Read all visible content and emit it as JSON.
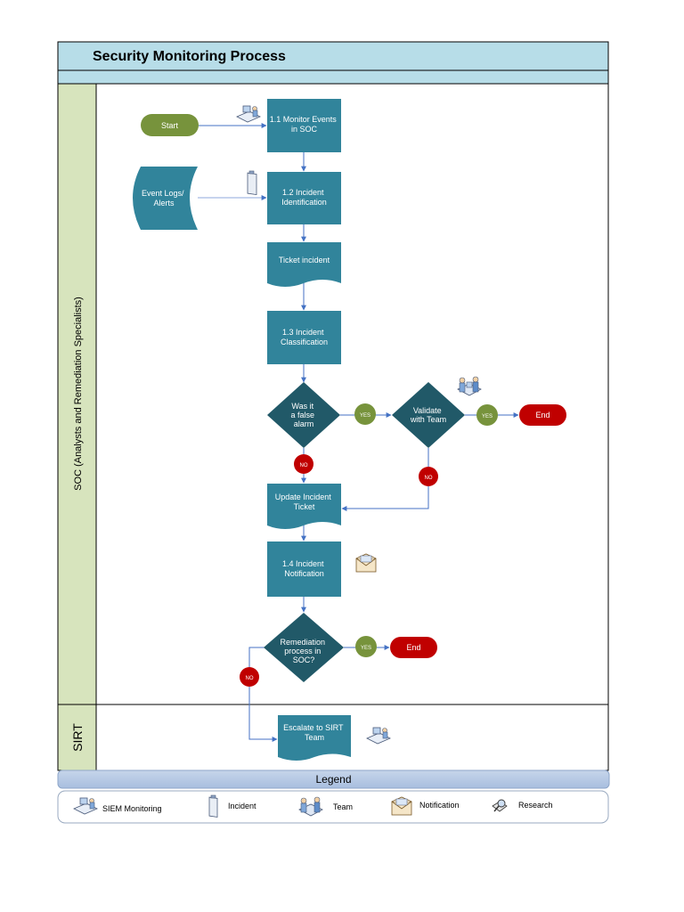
{
  "title": "Security Monitoring Process",
  "lanes": {
    "soc": "SOC (Analysts and Remediation Specialists)",
    "sirt": "SIRT"
  },
  "nodes": {
    "start": "Start",
    "monitor": [
      "1.1 Monitor Events",
      "in SOC"
    ],
    "event_logs": [
      "Event Logs/",
      "Alerts"
    ],
    "identification": [
      "1.2 Incident",
      "Identification"
    ],
    "ticket": [
      "Ticket incident"
    ],
    "classification": [
      "1.3 Incident",
      "Classification"
    ],
    "false_alarm": [
      "Was it",
      "a false",
      "alarm"
    ],
    "validate": [
      "Validate",
      "with Team"
    ],
    "end1": "End",
    "update_ticket": [
      "Update Incident",
      "Ticket"
    ],
    "notification": [
      "1.4 Incident",
      "Notification"
    ],
    "remediation": [
      "Remediation",
      "process in",
      "SOC?"
    ],
    "end2": "End",
    "escalate": [
      "Escalate to SIRT",
      "Team"
    ]
  },
  "connector_labels": {
    "yes": "YES",
    "no": "NO"
  },
  "legend": {
    "title": "Legend",
    "items": [
      {
        "label": "SIEM Monitoring",
        "icon": "siem-monitoring-icon"
      },
      {
        "label": "Incident",
        "icon": "incident-icon"
      },
      {
        "label": "Team",
        "icon": "team-icon"
      },
      {
        "label": "Notification",
        "icon": "notification-icon"
      },
      {
        "label": "Research",
        "icon": "research-icon"
      }
    ]
  },
  "colors": {
    "header": "#b7dde8",
    "lane": "#d7e4bd",
    "process": "#31849b",
    "decision": "#215968",
    "start": "#77933c",
    "yes": "#77933c",
    "no": "#c00000",
    "end": "#c00000",
    "connector": "#4472c4"
  }
}
